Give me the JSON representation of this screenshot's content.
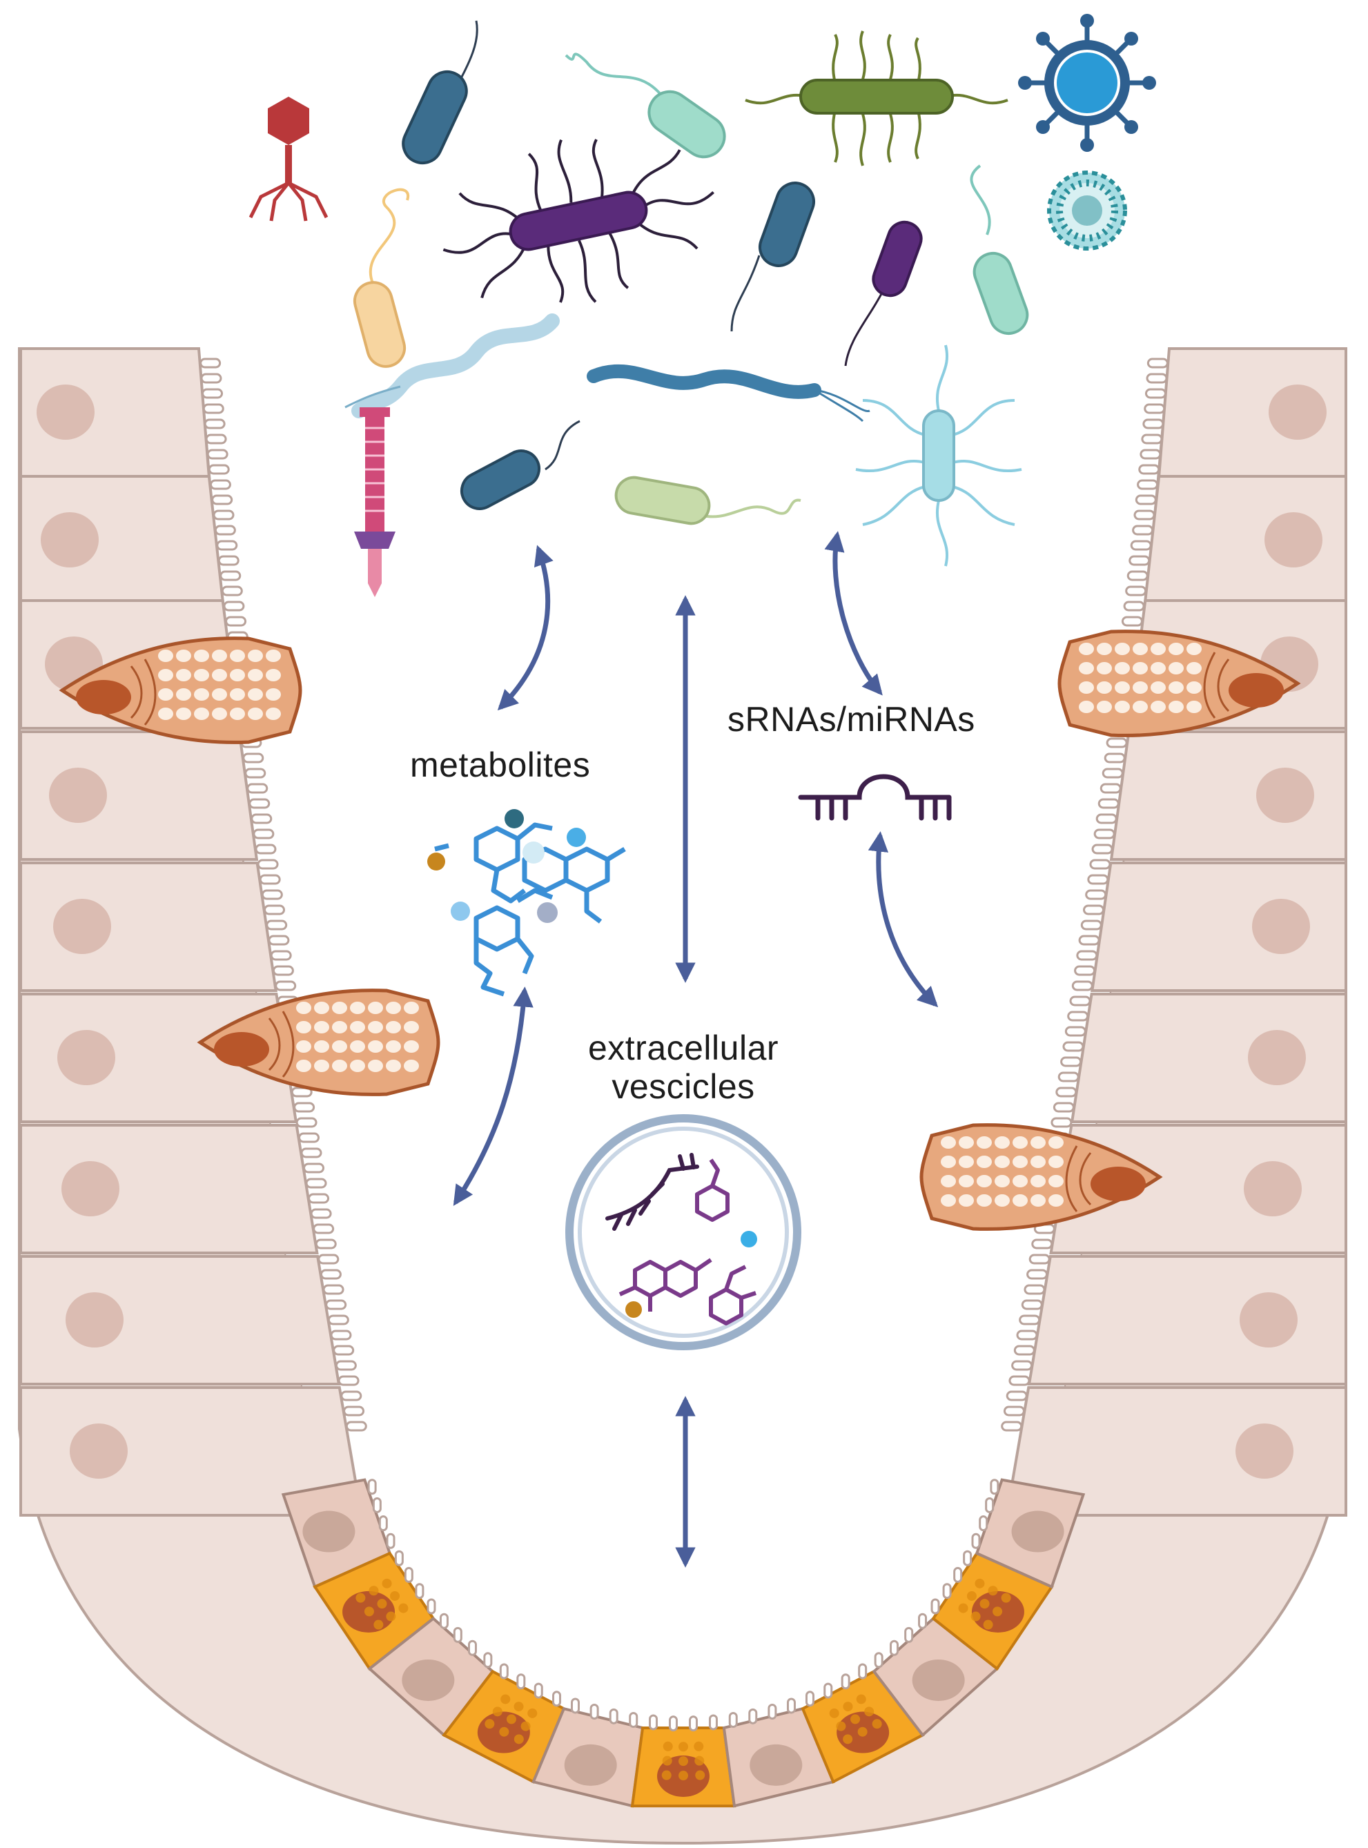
{
  "labels": {
    "metabolites": "metabolites",
    "srnas_mirnas": "sRNAs/miRNAs",
    "extracellular_vesicles": "extracellular vescicles"
  },
  "colors": {
    "enterocyte_fill": "#efe0da",
    "enterocyte_stroke": "#b8a29a",
    "nucleus": "#d6b3a8",
    "goblet_fill": "#e7a87e",
    "goblet_stroke": "#a9552a",
    "paneth_fill": "#f5a623",
    "paneth_nucleus": "#b8562a",
    "arrow": "#4a5e9a",
    "vesicle_ring": "#9bb0c9",
    "rna": "#3d1f4a",
    "metabolite": "#3a8fd6"
  },
  "icons": [
    "bacteriophage-icon",
    "rod-bacterium-icon",
    "flagellated-bacterium-icon",
    "peritrichous-bacterium-icon",
    "virus-icon",
    "coronavirus-icon",
    "spirochete-icon",
    "injectisome-icon",
    "rna-hairpin-icon",
    "metabolite-molecule-icon",
    "extracellular-vesicle-icon",
    "goblet-cell-icon",
    "paneth-cell-icon",
    "enterocyte-icon"
  ]
}
